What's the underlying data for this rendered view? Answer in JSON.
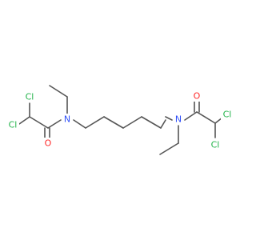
{
  "molecule": {
    "atoms": [
      {
        "id": "cl1",
        "symbol": "Cl",
        "color": "#22b34a"
      },
      {
        "id": "cl2",
        "symbol": "Cl",
        "color": "#22b34a"
      },
      {
        "id": "n1",
        "symbol": "N",
        "color": "#3050f8"
      },
      {
        "id": "o1",
        "symbol": "O",
        "color": "#ff2a2a"
      },
      {
        "id": "o2",
        "symbol": "O",
        "color": "#ff2a2a"
      },
      {
        "id": "n2",
        "symbol": "N",
        "color": "#3050f8"
      },
      {
        "id": "cl3",
        "symbol": "Cl",
        "color": "#22b34a"
      },
      {
        "id": "cl4",
        "symbol": "Cl",
        "color": "#22b34a"
      }
    ]
  }
}
